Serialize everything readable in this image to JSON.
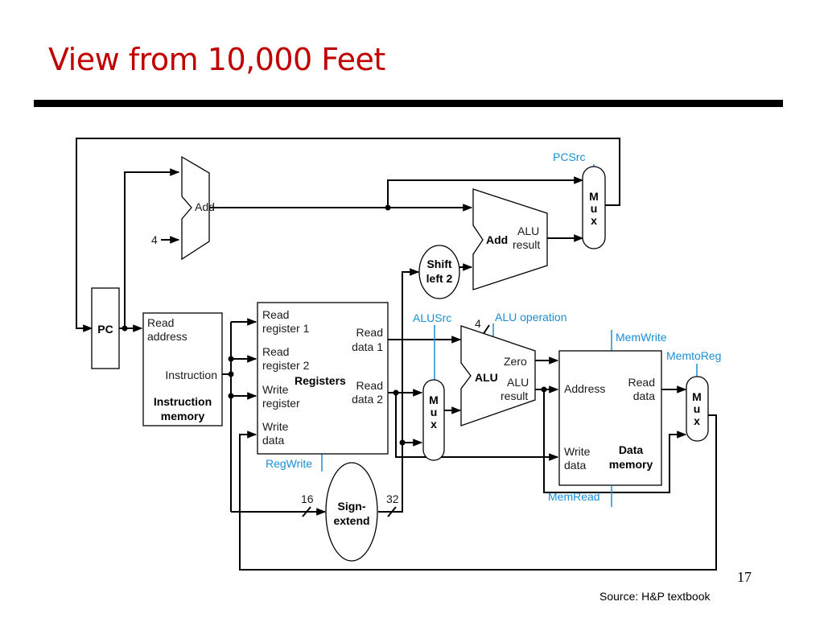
{
  "slide": {
    "title": "View from 10,000 Feet",
    "page_number": "17",
    "source": "Source: H&P textbook"
  },
  "diagram": {
    "pc_add": {
      "label": "Add",
      "const": "4"
    },
    "branch_add": {
      "name": "Add",
      "result_line1": "ALU",
      "result_line2": "result"
    },
    "pc": {
      "label": "PC"
    },
    "pc_mux": {
      "letters": [
        "M",
        "u",
        "x"
      ]
    },
    "instruction_memory": {
      "read_address_line1": "Read",
      "read_address_line2": "address",
      "instruction": "Instruction",
      "name_line1": "Instruction",
      "name_line2": "memory"
    },
    "registers": {
      "name": "Registers",
      "read_reg1": [
        "Read",
        "register 1"
      ],
      "read_reg2": [
        "Read",
        "register 2"
      ],
      "write_reg": [
        "Write",
        "register"
      ],
      "write_data": [
        "Write",
        "data"
      ],
      "read_data1": [
        "Read",
        "data 1"
      ],
      "read_data2": [
        "Read",
        "data 2"
      ]
    },
    "shift_left": {
      "line1": "Shift",
      "line2": "left 2"
    },
    "alu_src_mux": {
      "letters": [
        "M",
        "u",
        "x"
      ]
    },
    "alu": {
      "name": "ALU",
      "zero": "Zero",
      "result_line1": "ALU",
      "result_line2": "result",
      "op_width": "4"
    },
    "data_memory": {
      "address": "Address",
      "read_data": [
        "Read",
        "data"
      ],
      "write_data": [
        "Write",
        "data"
      ],
      "name": [
        "Data",
        "memory"
      ]
    },
    "mem_mux": {
      "letters": [
        "M",
        "u",
        "x"
      ]
    },
    "sign_extend": {
      "line1": "Sign-",
      "line2": "extend",
      "in_width": "16",
      "out_width": "32"
    },
    "control_signals": {
      "pcsrc": "PCSrc",
      "alusrc": "ALUSrc",
      "alu_operation": "ALU operation",
      "memwrite": "MemWrite",
      "memtoreg": "MemtoReg",
      "regwrite": "RegWrite",
      "memread": "MemRead"
    },
    "colors": {
      "control": "#1a8fd6",
      "title": "#c00000",
      "wire": "#000000"
    }
  }
}
